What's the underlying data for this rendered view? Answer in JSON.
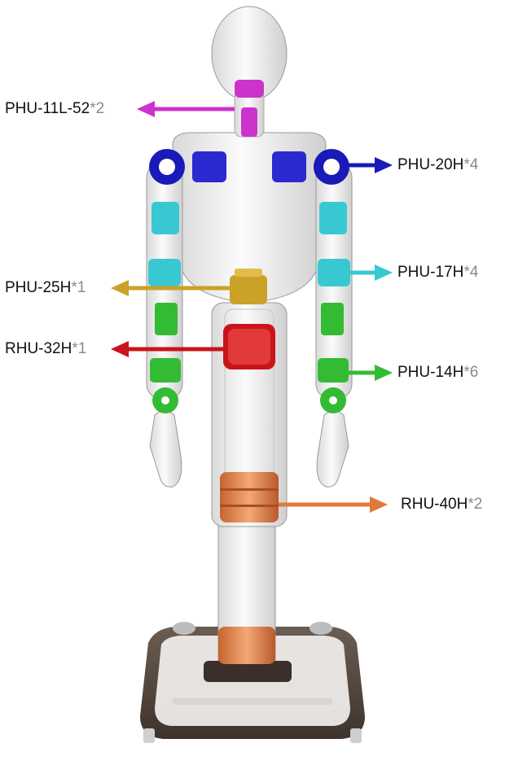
{
  "labels": {
    "phu11": {
      "name": "PHU-11L-52",
      "multiplier": "*2",
      "color": "#cc33cc"
    },
    "phu20": {
      "name": "PHU-20H",
      "multiplier": "*4",
      "color": "#1a1ab8"
    },
    "phu25": {
      "name": "PHU-25H",
      "multiplier": "*1",
      "color": "#c9a227"
    },
    "phu17": {
      "name": "PHU-17H",
      "multiplier": "*4",
      "color": "#38c8d2"
    },
    "rhu32": {
      "name": "RHU-32H",
      "multiplier": "*1",
      "color": "#c8141a"
    },
    "phu14": {
      "name": "PHU-14H",
      "multiplier": "*6",
      "color": "#33bb33"
    },
    "rhu40": {
      "name": "RHU-40H",
      "multiplier": "*2",
      "color": "#e07a3a"
    }
  }
}
